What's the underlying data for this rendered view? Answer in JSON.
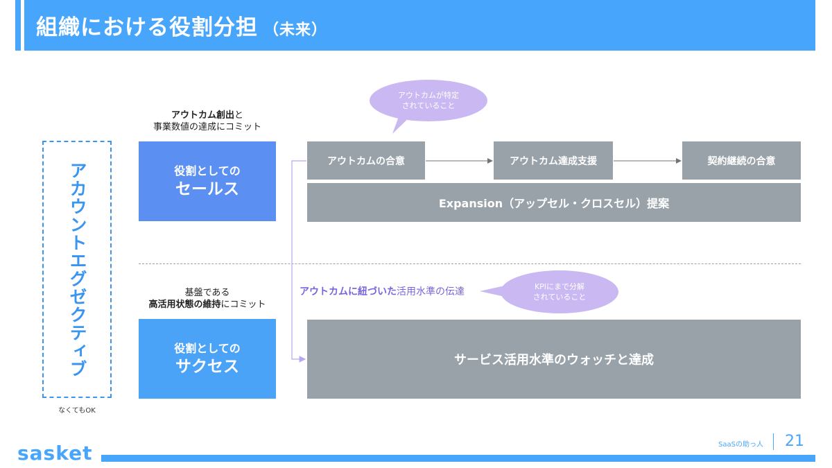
{
  "header": {
    "title": "組織における役割分担",
    "subtitle": "（未来）"
  },
  "left_box": {
    "label": "アカウントエグゼクティブ",
    "note": "なくてもOK"
  },
  "sales": {
    "caption_bold": "アウトカム創出",
    "caption_rest": "と",
    "caption_line2": "事業数値の達成にコミット",
    "role_line1": "役割としての",
    "role_line2": "セールス",
    "color": "#5b8ff2"
  },
  "success": {
    "caption_line1": "基盤である",
    "caption_bold": "高活用状態の維持",
    "caption_rest": "にコミット",
    "role_line1": "役割としての",
    "role_line2": "サクセス",
    "color": "#4ba3f7"
  },
  "process": {
    "step1": "アウトカムの合意",
    "step2": "アウトカム達成支援",
    "step3": "契約継続の合意",
    "expansion": "Expansion（アップセル・クロスセル）提案",
    "watch": "サービス活用水準のウォッチと達成"
  },
  "bubble_top": {
    "line1": "アウトカムが特定",
    "line2": "されていること"
  },
  "bubble_bottom": {
    "line1": "KPIにまで分解",
    "line2": "されていること"
  },
  "handoff_label": {
    "bold": "アウトカムに紐づいた",
    "rest": "活用水準の伝達"
  },
  "footer": {
    "logo": "sasket",
    "brand": "SaaSの助っ人",
    "page_number": "21"
  }
}
